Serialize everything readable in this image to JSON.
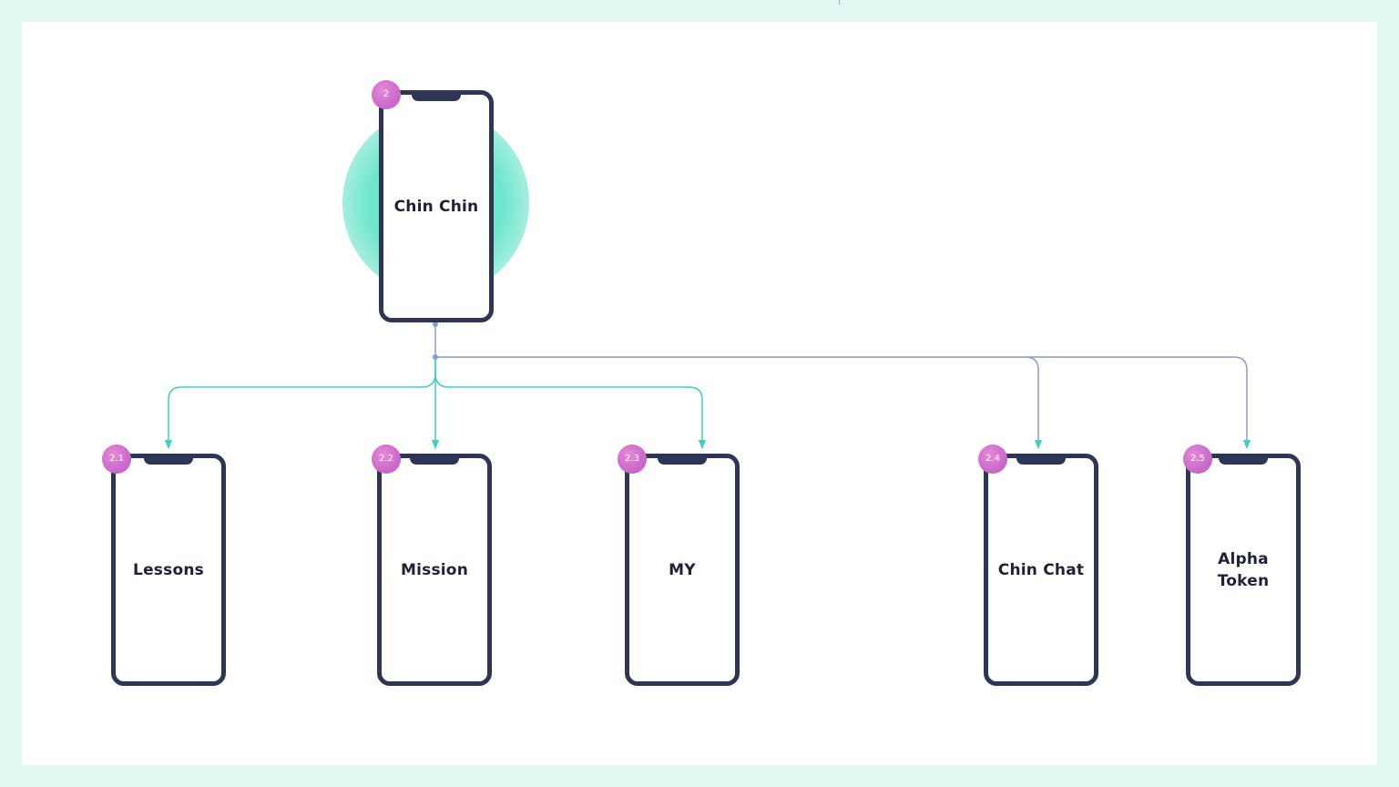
{
  "root": {
    "badge": "2",
    "label": "Chin Chin"
  },
  "children": [
    {
      "badge": "2.1",
      "label": "Lessons"
    },
    {
      "badge": "2.2",
      "label": "Mission"
    },
    {
      "badge": "2.3",
      "label": "MY"
    },
    {
      "badge": "2.4",
      "label": "Chin Chat"
    },
    {
      "badge": "2.5",
      "label": "Alpha\nToken"
    }
  ],
  "colors": {
    "frame": "#e1f8f3",
    "phone_outline": "#2f3554",
    "badge": "#cd6ccc",
    "highlight_glow": "#5fe3c6",
    "connector_teal": "#3ccfc4",
    "connector_blue": "#8c9acb"
  }
}
